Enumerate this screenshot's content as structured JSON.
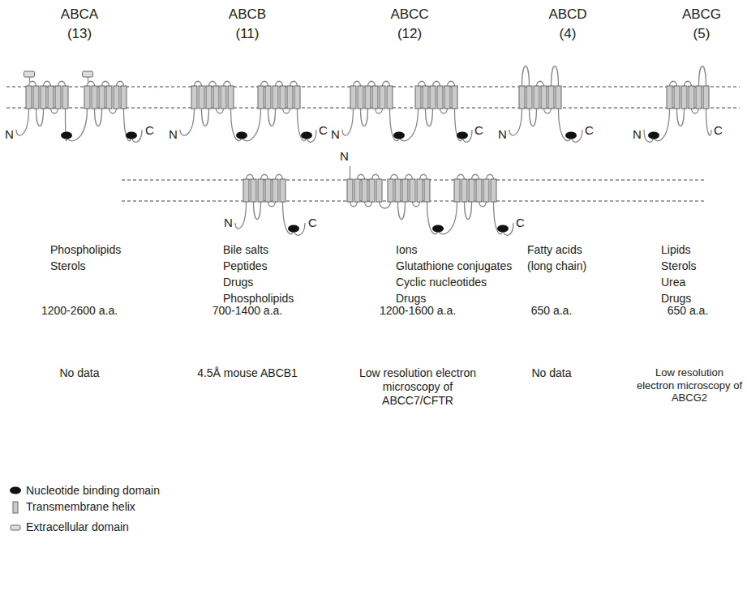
{
  "diagram": {
    "labels": [
      "ABCA",
      "(13)",
      "ABCB",
      "(11)",
      "ABCC",
      "(12)",
      "ABCD",
      "(4)",
      "ABCG",
      "(5)",
      "N",
      "C",
      "N",
      "C",
      "N",
      "C",
      "N",
      "C",
      "N",
      "C",
      "N",
      "C",
      "N",
      "C",
      "Phospholipids",
      "Sterols",
      "Bile salts",
      "Peptides",
      "Drugs",
      "Phospholipids",
      "Ions",
      "Glutathione conjugates",
      "Cyclic nucleotides",
      "Drugs",
      "Fatty acids",
      "(long chain)",
      "Lipids",
      "Sterols",
      "Urea",
      "Drugs",
      "1200-2600 a.a.",
      "700-1400 a.a.",
      "1200-1600 a.a.",
      "650 a.a.",
      "650 a.a.",
      "No data",
      "4.5Å mouse ABCB1",
      "Low resolution electron microscopy of ABCC7/CFTR",
      "No data",
      "Low resolution electron microscopy of ABCG2"
    ],
    "legend": [
      {
        "text": "Nucleotide binding domain"
      },
      {
        "text": "Transmembrane helix"
      },
      {
        "text": "Extracellular domain"
      }
    ]
  }
}
